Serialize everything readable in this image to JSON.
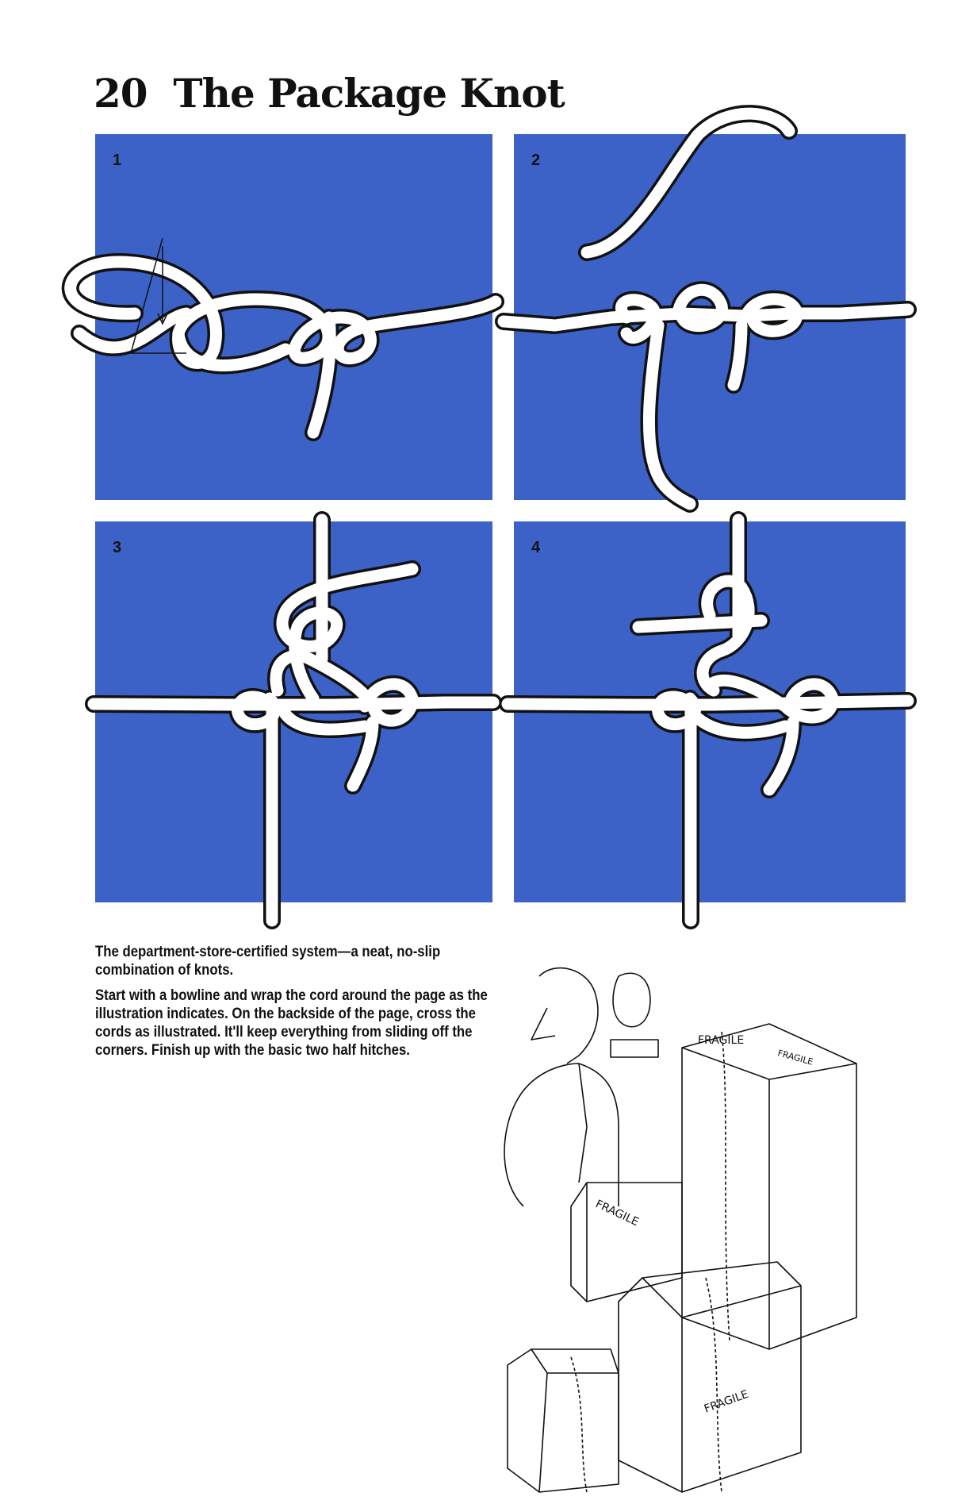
{
  "title": "20  The Package Knot",
  "panels": [
    {
      "step": "1"
    },
    {
      "step": "2"
    },
    {
      "step": "3"
    },
    {
      "step": "4"
    }
  ],
  "colors": {
    "panel_blue": "#3c62c8",
    "cord": "#ffffff",
    "outline": "#111111"
  },
  "body": {
    "intro": "The department-store-certified system—a neat, no-slip combination of knots.",
    "instructions": "Start with a bowline and wrap the cord around the page as the illustration indicates. On the backside of the page, cross the cords as illustrated. It'll keep everything from sliding off the corners. Finish up with the basic two half hitches."
  },
  "cartoon": {
    "labels": [
      "FRAGILE",
      "FRAGILE",
      "FRAGILE",
      "FRAGILE"
    ]
  }
}
